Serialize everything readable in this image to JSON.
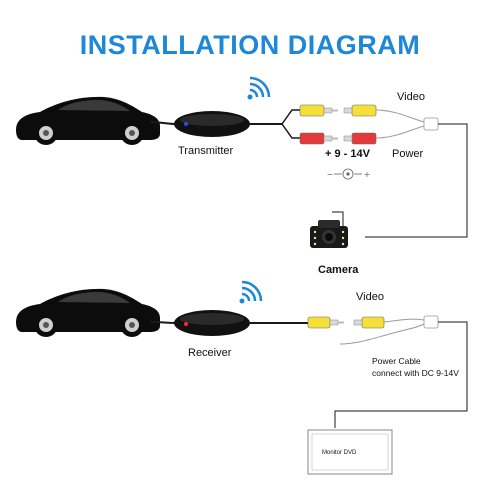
{
  "title": "INSTALLATION DIAGRAM",
  "colors": {
    "title": "#1e88d8",
    "wifi": "#1e88d8",
    "plug_yellow": "#f5e03a",
    "plug_red": "#e23a3a",
    "led_blue": "#2a4bff",
    "led_red": "#ff2a2a",
    "cable": "#1a1a1a"
  },
  "top_section": {
    "device_label": "Transmitter",
    "video_label": "Video",
    "power_label": "Power",
    "voltage_label": "+ 9 - 14V",
    "polarity_minus": "−",
    "polarity_plus": "+",
    "camera_label": "Camera",
    "icons": [
      "car-icon",
      "transmitter-box",
      "wifi-signal-icon",
      "rca-plug-yellow",
      "dc-plug-red",
      "dc-polarity-icon",
      "backup-camera-icon"
    ]
  },
  "bottom_section": {
    "device_label": "Receiver",
    "video_label": "Video",
    "power_cable_label_line1": "Power Cable",
    "power_cable_label_line2": "connect with DC 9-14V",
    "monitor_label": "Monitor DVD",
    "icons": [
      "car-icon",
      "receiver-box",
      "wifi-signal-icon",
      "rca-plug-yellow",
      "monitor-icon"
    ]
  }
}
